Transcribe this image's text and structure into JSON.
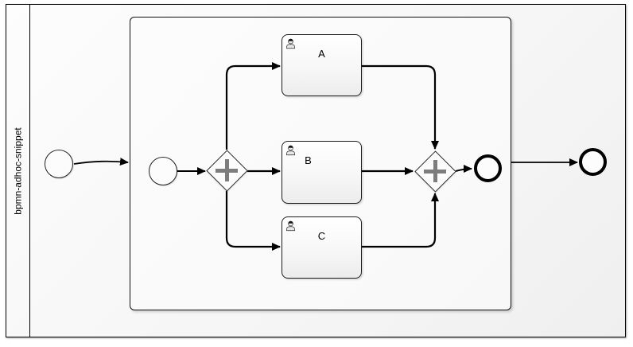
{
  "pool": {
    "label": "bpmn-adhoc-snippet"
  },
  "process": {
    "tasks": [
      {
        "label": "A",
        "icon": "user-icon",
        "type": "user-task"
      },
      {
        "label": "B",
        "icon": "user-icon",
        "type": "user-task"
      },
      {
        "label": "C",
        "icon": "user-icon",
        "type": "user-task"
      }
    ],
    "gateways": [
      {
        "name": "parallel-gateway-split",
        "marker": "plus"
      },
      {
        "name": "parallel-gateway-join",
        "marker": "plus"
      }
    ],
    "events": [
      {
        "name": "start-event-outer",
        "kind": "start"
      },
      {
        "name": "start-event-inner",
        "kind": "start"
      },
      {
        "name": "end-event-inner",
        "kind": "end"
      },
      {
        "name": "end-event-outer",
        "kind": "end"
      }
    ]
  },
  "colors": {
    "shape_border": "#1c1c1c",
    "flow": "#000000",
    "gateway_marker": "#7d7d7d",
    "pool_fill_light": "#fdfdfd",
    "pool_fill_dark": "#efefef",
    "task_fill_top": "#ffffff",
    "task_fill_bottom": "#ececec"
  }
}
